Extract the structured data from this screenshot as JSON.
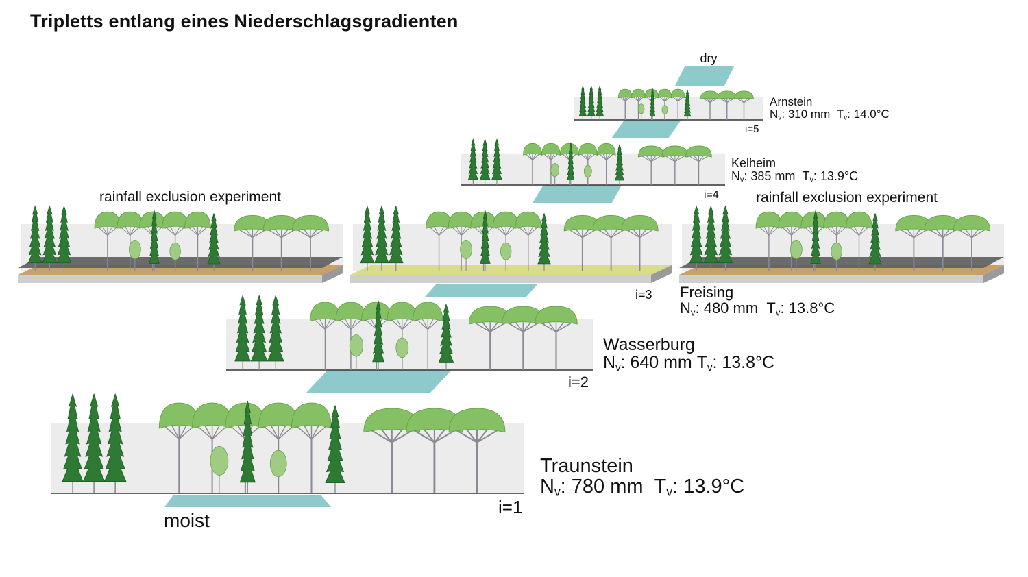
{
  "title": "Tripletts entlang eines Niederschlagsgradienten",
  "gradient": {
    "top_label": "dry",
    "bottom_label": "moist"
  },
  "experiment_label": "rainfall exclusion experiment",
  "colors": {
    "spruce": "#2e7a35",
    "spruce_dark": "#1d5c25",
    "crown": "#86c064",
    "crown_dark": "#5f9e47",
    "trunk": "#8a8a94",
    "plot_bg": "#ececec",
    "water": "#8ecacc",
    "ground_roof": "#606060",
    "soil": "#c9a06a",
    "grass": "#d9dc8a",
    "slab": "#9a9a9a"
  },
  "sites": [
    {
      "index": "i=1",
      "name": "Traunstein",
      "n_label": "N",
      "n_sub": "v",
      "n_value": ": 780 mm",
      "t_label": "T",
      "t_sub": "v",
      "t_value": ": 13.9°C"
    },
    {
      "index": "i=2",
      "name": "Wasserburg",
      "n_label": "N",
      "n_sub": "v",
      "n_value": ": 640 mm",
      "t_label": "T",
      "t_sub": "v",
      "t_value": ": 13.8°C"
    },
    {
      "index": "i=3",
      "name": "Freising",
      "n_label": "N",
      "n_sub": "v",
      "n_value": ": 480 mm",
      "t_label": "T",
      "t_sub": "v",
      "t_value": ": 13.8°C"
    },
    {
      "index": "i=4",
      "name": "Kelheim",
      "n_label": "N",
      "n_sub": "v",
      "n_value": ": 385 mm",
      "t_label": "T",
      "t_sub": "v",
      "t_value": ": 13.9°C"
    },
    {
      "index": "i=5",
      "name": "Arnstein",
      "n_label": "N",
      "n_sub": "v",
      "n_value": ": 310 mm",
      "t_label": "T",
      "t_sub": "v",
      "t_value": ": 14.0°C"
    }
  ]
}
